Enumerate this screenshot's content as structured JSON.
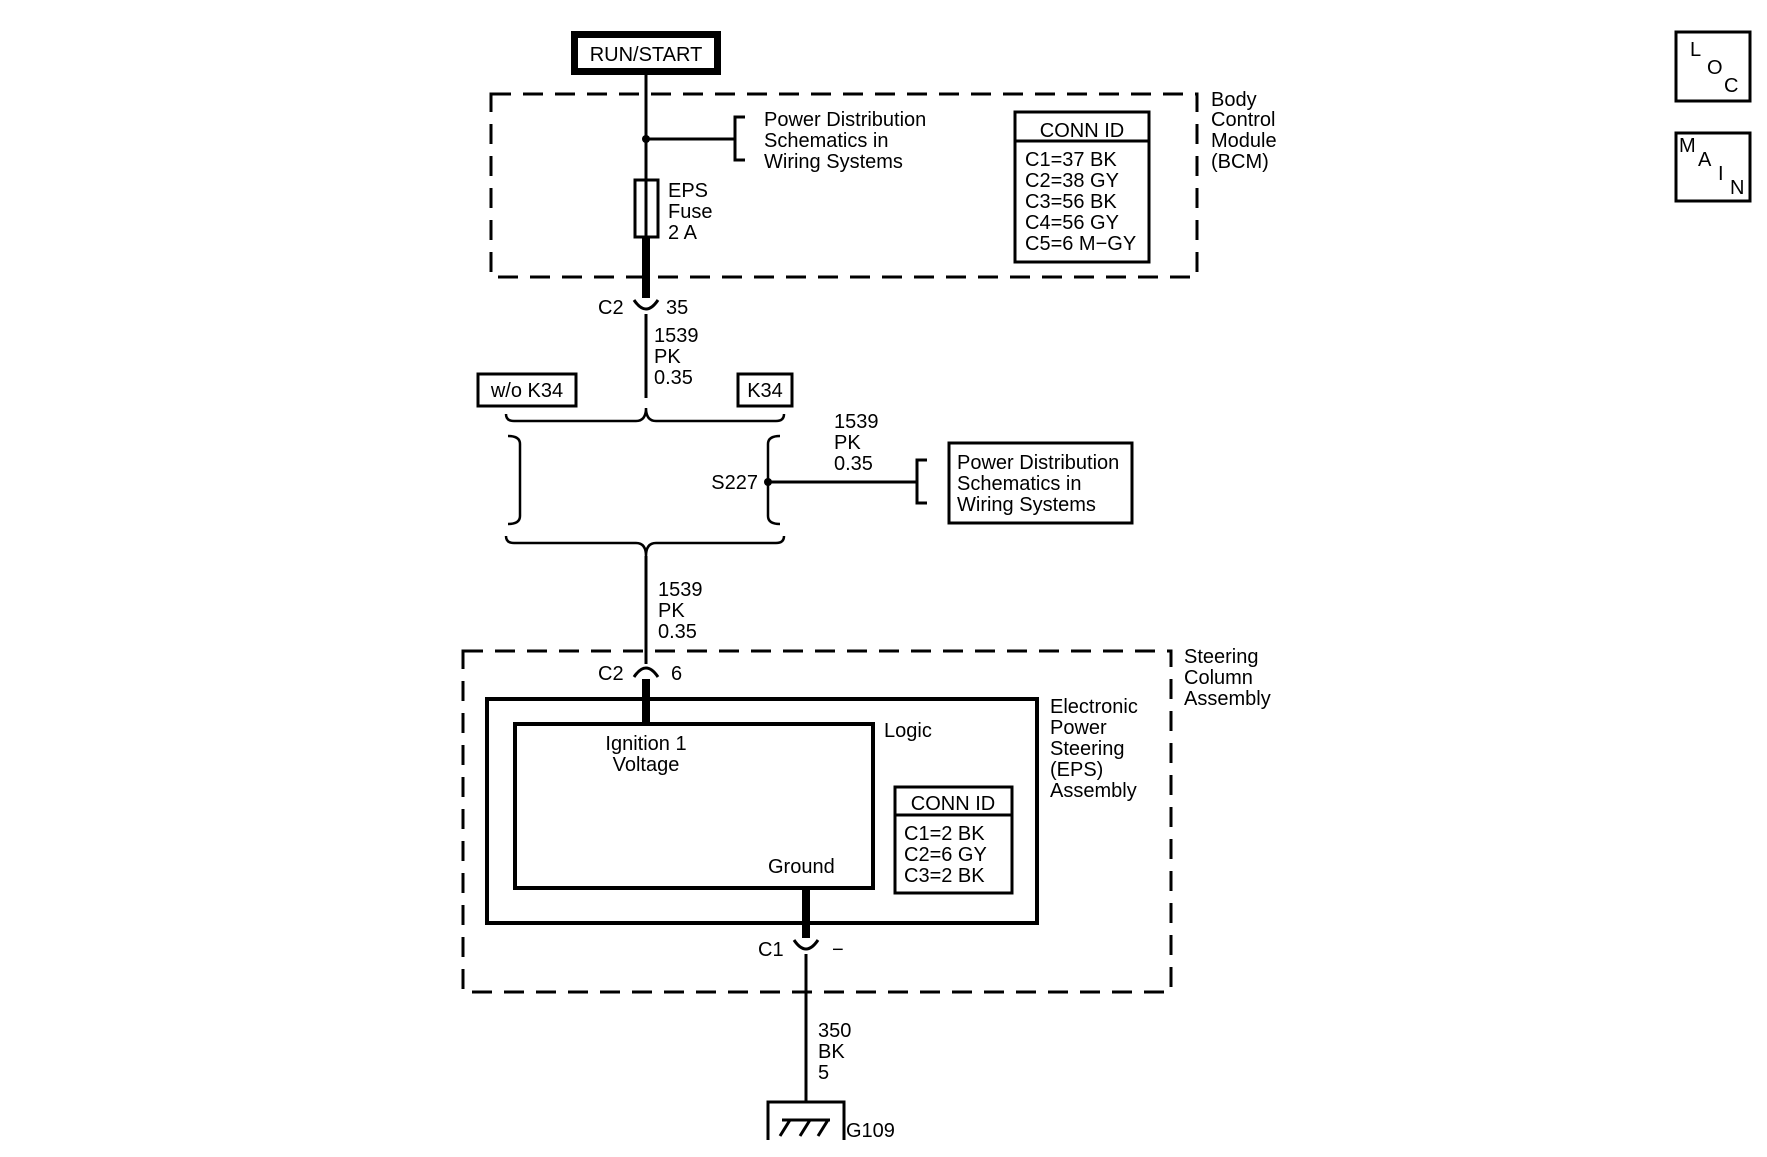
{
  "power_source": "RUN/START",
  "bcm": {
    "name_lines": [
      "Body",
      "Control",
      "Module",
      "(BCM)"
    ],
    "power_ref_lines": [
      "Power Distribution",
      "Schematics in",
      "Wiring Systems"
    ],
    "fuse_lines": [
      "EPS",
      "Fuse",
      "2 A"
    ],
    "conn_id": {
      "title": "CONN ID",
      "rows": [
        "C1=37 BK",
        "C2=38 GY",
        "C3=56 BK",
        "C4=56 GY",
        "C5=6 M−GY"
      ]
    },
    "output_connector": {
      "name": "C2",
      "pin": "35"
    }
  },
  "wire_upper": [
    "1539",
    "PK",
    "0.35"
  ],
  "options": {
    "without": "w/o K34",
    "with": "K34"
  },
  "splice": {
    "name": "S227",
    "wire": [
      "1539",
      "PK",
      "0.35"
    ],
    "power_ref_lines": [
      "Power Distribution",
      "Schematics in",
      "Wiring Systems"
    ]
  },
  "wire_lower": [
    "1539",
    "PK",
    "0.35"
  ],
  "steering_column": {
    "name_lines": [
      "Steering",
      "Column",
      "Assembly"
    ]
  },
  "eps": {
    "name_lines": [
      "Electronic",
      "Power",
      "Steering",
      "(EPS)",
      "Assembly"
    ],
    "input_connector": {
      "name": "C2",
      "pin": "6"
    },
    "logic_label": "Logic",
    "input_label_lines": [
      "Ignition 1",
      "Voltage"
    ],
    "ground_label": "Ground",
    "conn_id": {
      "title": "CONN ID",
      "rows": [
        "C1=2 BK",
        "C2=6 GY",
        "C3=2 BK"
      ]
    },
    "ground_connector": {
      "name": "C1",
      "pin": "−"
    }
  },
  "ground_wire": [
    "350",
    "BK",
    "5"
  ],
  "ground_name": "G109",
  "nav_buttons": {
    "loc": [
      "L",
      "O",
      "C"
    ],
    "main": [
      "M",
      "A",
      "I",
      "N"
    ]
  }
}
